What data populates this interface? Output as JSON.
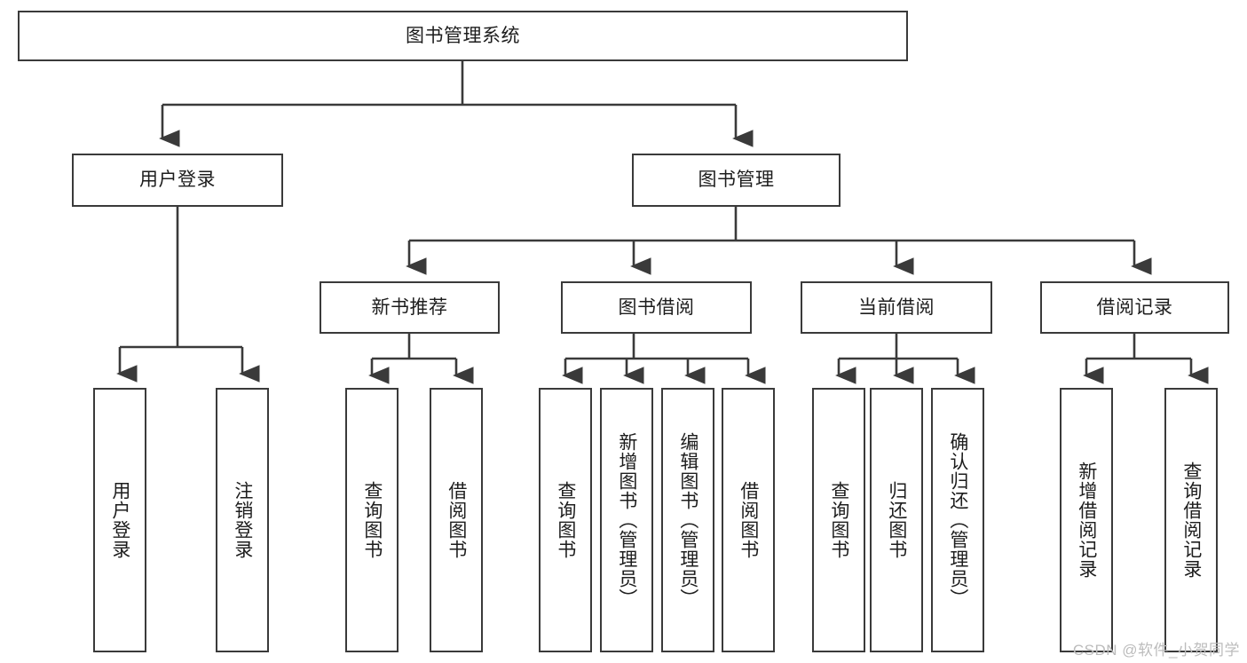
{
  "diagram": {
    "title": "图书管理系统",
    "type": "tree-hierarchy",
    "root": {
      "label": "图书管理系统"
    },
    "level1": [
      {
        "label": "用户登录"
      },
      {
        "label": "图书管理"
      }
    ],
    "level2": [
      {
        "label": "新书推荐"
      },
      {
        "label": "图书借阅"
      },
      {
        "label": "当前借阅"
      },
      {
        "label": "借阅记录"
      }
    ],
    "leaves": {
      "user_login": [
        {
          "label": "用户登录"
        },
        {
          "label": "注销登录"
        }
      ],
      "new_book_recommend": [
        {
          "label": "查询图书"
        },
        {
          "label": "借阅图书"
        }
      ],
      "book_borrow": [
        {
          "label": "查询图书"
        },
        {
          "label": "新增图书（管理员）"
        },
        {
          "label": "编辑图书（管理员）"
        },
        {
          "label": "借阅图书"
        }
      ],
      "current_borrow": [
        {
          "label": "查询图书"
        },
        {
          "label": "归还图书"
        },
        {
          "label": "确认归还（管理员）"
        }
      ],
      "borrow_record": [
        {
          "label": "新增借阅记录"
        },
        {
          "label": "查询借阅记录"
        }
      ]
    }
  },
  "watermark": {
    "text": "CSDN @软件_小贺同学"
  },
  "colors": {
    "stroke": "#3a3a3a",
    "background": "#ffffff",
    "text": "#1d1d1d",
    "watermark": "#bcbcbc"
  }
}
